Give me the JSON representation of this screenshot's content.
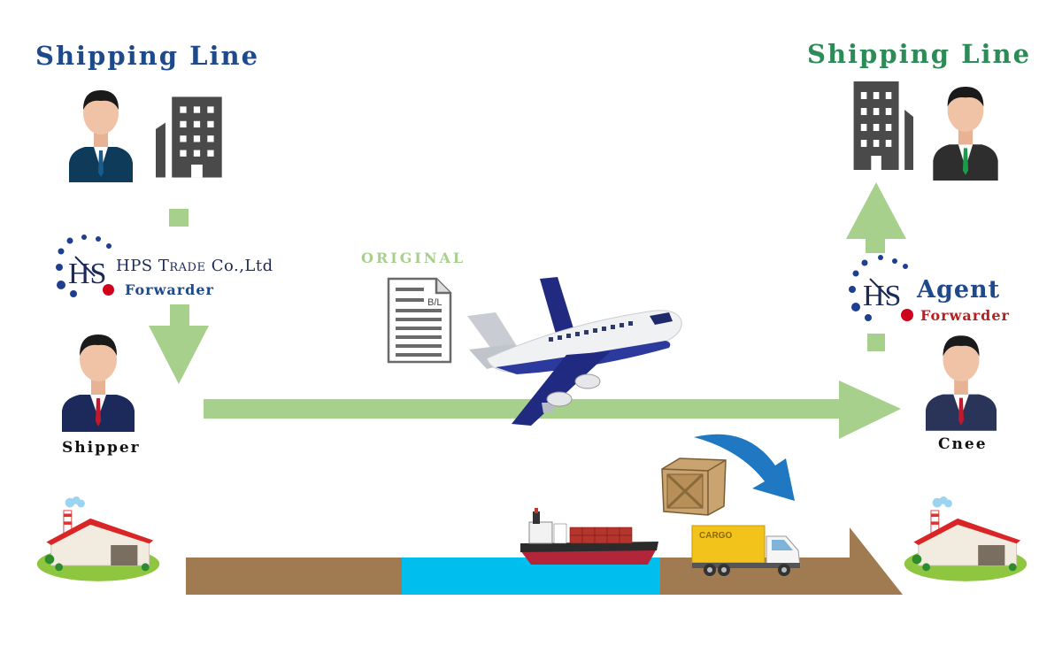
{
  "titles": {
    "left": "Shipping Line",
    "right": "Shipping Line"
  },
  "origin_forwarder": {
    "company_main": "HPS T",
    "company_smallcaps": "RADE",
    "company_suffix": " Co.,Ltd",
    "role": "Forwarder"
  },
  "destination_forwarder": {
    "role_main": "Agent",
    "role": "Forwarder"
  },
  "document": {
    "label": "ORIGINAL",
    "doc_text": "B/L"
  },
  "parties": {
    "shipper": "Shipper",
    "consignee": "Cnee"
  },
  "truck": {
    "text": "CARGO"
  },
  "colors": {
    "title_left": "#1e4a8c",
    "title_right": "#2e8b57",
    "arrow_green": "#a8d08d",
    "forwarder_text": "#1e4a8c",
    "forwarder_text_right": "#b22222",
    "red_dot": "#d0021b",
    "hps_dots": "#1e3f8f",
    "ground": "#a07b52",
    "water": "#00bfef",
    "curved_arrow": "#1f78c1",
    "building": "#4a4a4a"
  },
  "icons": [
    "person-icon",
    "office-building-icon",
    "hps-logo-icon",
    "down-arrow-icon",
    "right-arrow-icon",
    "up-arrow-icon",
    "document-icon",
    "airplane-icon",
    "factory-icon",
    "container-ship-icon",
    "cargo-truck-icon",
    "wooden-crate-icon",
    "curved-arrow-icon"
  ]
}
